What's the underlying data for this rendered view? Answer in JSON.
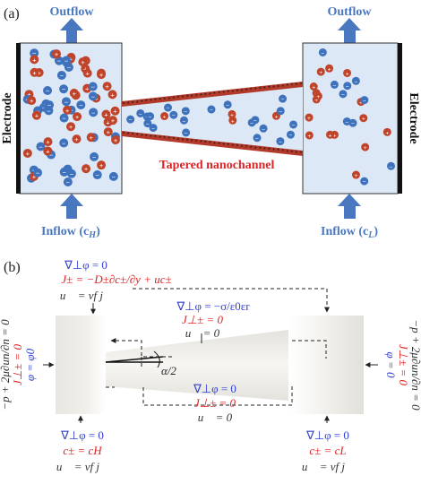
{
  "colors": {
    "outflow_text": "#4a78c0",
    "arrow_blue": "#4a78c0",
    "ion_negative": "#3f72bd",
    "ion_positive": "#c0442a",
    "reservoir_fill": "#dce8f6",
    "electrode": "#111111",
    "channel_wall": "#b33a2b",
    "label_red": "#d8262a",
    "equation_blue": "#2f3fd0",
    "equation_red": "#e02020",
    "equation_dark": "#333333"
  },
  "panel_a": {
    "label": "(a)",
    "outflow_left": "Outflow",
    "outflow_right": "Outflow",
    "electrode_left": "Electrode",
    "electrode_right": "Electrode",
    "channel_label": "Tapered nanochannel",
    "inflow_left": "Inflow (c",
    "inflow_left_sub": "H",
    "inflow_right": "Inflow (c",
    "inflow_right_sub": "L",
    "close_paren": ")",
    "positive_symbol": "+",
    "negative_symbol": "−"
  },
  "panel_b": {
    "label": "(b)",
    "top_left_bc": {
      "line1": "∇⊥φ = 0",
      "line2": "J± = −D±∂c±/∂y + uc±",
      "line3": "u⃗ = vf j⃗"
    },
    "middle_top_bc": {
      "line1": "∇⊥φ = −σ/ε0εr",
      "line2": "J⊥± = 0",
      "line3": "u⃗ = 0"
    },
    "middle_bottom_bc": {
      "line1": "∇⊥φ = 0",
      "line2": "J⊥± = 0",
      "line3": "u⃗ = 0"
    },
    "bottom_left_bc": {
      "line1": "∇⊥φ = 0",
      "line2": "c± = cH",
      "line3": "u⃗ = vf j⃗"
    },
    "bottom_right_bc": {
      "line1": "∇⊥φ = 0",
      "line2": "c± = cL",
      "line3": "u⃗ = vf j⃗"
    },
    "left_side_bc": {
      "line1": "φ = φ0",
      "line2": "J⊥± = 0",
      "line3": "−p + 2μ∂un/∂n = 0"
    },
    "right_side_bc": {
      "line1": "φ = 0",
      "line2": "J⊥± = 0",
      "line3": "−p + 2μ∂un/∂n = 0"
    },
    "angle_label": "α/2"
  }
}
